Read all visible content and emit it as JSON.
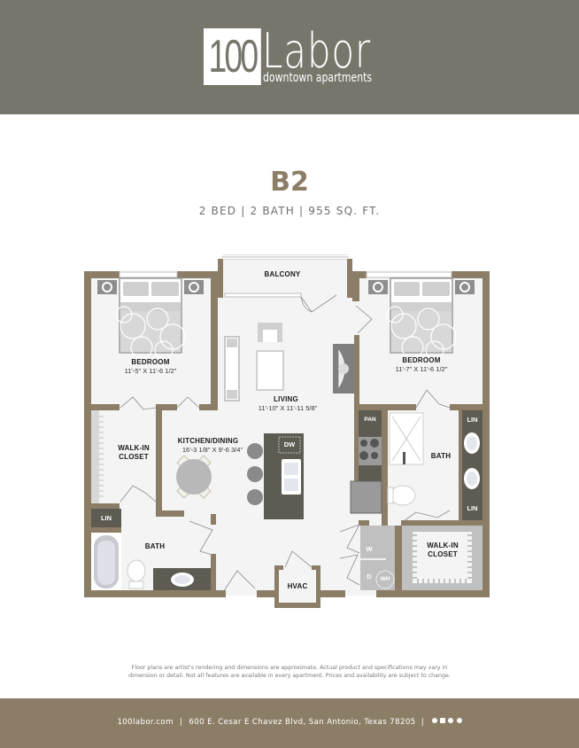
{
  "brand": {
    "logo_number": "100",
    "logo_word": "Labor",
    "logo_tagline": "downtown apartments",
    "header_color": "#78766b",
    "accent_color": "#8c7e66",
    "wall_color": "#8c7e66"
  },
  "unit": {
    "name": "B2",
    "summary": "2 BED | 2 BATH | 955 SQ. FT."
  },
  "floorplan": {
    "rooms": [
      {
        "id": "bedroom-left",
        "label": "BEDROOM",
        "dimensions": "11'-5\" X 11'-6 1/2\""
      },
      {
        "id": "balcony",
        "label": "BALCONY"
      },
      {
        "id": "living",
        "label": "LIVING",
        "dimensions": "11'-10\" X 11'-11 5/8\""
      },
      {
        "id": "bedroom-right",
        "label": "BEDROOM",
        "dimensions": "11'-7\" X 11'-6 1/2\""
      },
      {
        "id": "walk-in-closet-left",
        "label_line1": "WALK-IN",
        "label_line2": "CLOSET"
      },
      {
        "id": "kitchen-dining",
        "label": "KITCHEN/DINING",
        "dimensions": "16'-3 1/8\" X 9'-6 3/4\""
      },
      {
        "id": "bath-right",
        "label": "BATH"
      },
      {
        "id": "bath-left",
        "label": "BATH"
      },
      {
        "id": "hvac",
        "label": "HVAC"
      },
      {
        "id": "walk-in-closet-right",
        "label_line1": "WALK-IN",
        "label_line2": "CLOSET"
      }
    ],
    "fixtures": {
      "dishwasher": "DW",
      "pantry": "PAN",
      "linen_left": "LIN",
      "linen_right_top": "LIN",
      "linen_right_bottom": "LIN",
      "washer": "W",
      "dryer": "D",
      "water_heater": "WH"
    }
  },
  "disclaimer": {
    "line1": "Floor plans are artist's rendering and dimensions are approximate. Actual product and specifications may vary in",
    "line2": "dimension or detail. Not all features are available in every apartment. Prices and availability are subject to change."
  },
  "footer": {
    "website": "100labor.com",
    "address": "600 E. Cesar E Chavez Blvd, San Antonio, Texas 78205",
    "separator": "|",
    "social_icons": [
      "facebook-icon",
      "instagram-icon",
      "tripadvisor-icon",
      "yelp-icon"
    ]
  }
}
